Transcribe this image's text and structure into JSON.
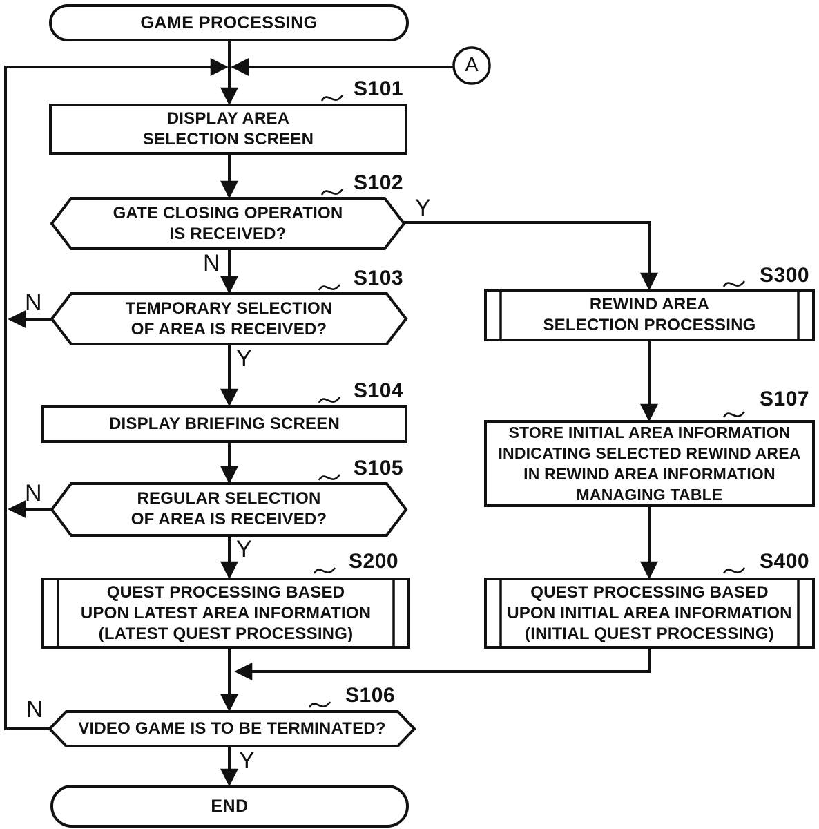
{
  "figure": {
    "start": {
      "label": "GAME PROCESSING"
    },
    "end": {
      "label": "END"
    },
    "connector": {
      "label": "A"
    },
    "yn": {
      "yes": "Y",
      "no": "N"
    },
    "steps": {
      "s101": {
        "id": "S101",
        "type": "process",
        "lines": [
          "DISPLAY AREA",
          "SELECTION SCREEN"
        ]
      },
      "s102": {
        "id": "S102",
        "type": "decision",
        "lines": [
          "GATE CLOSING OPERATION",
          "IS RECEIVED?"
        ]
      },
      "s103": {
        "id": "S103",
        "type": "decision",
        "lines": [
          "TEMPORARY SELECTION",
          "OF AREA IS RECEIVED?"
        ]
      },
      "s104": {
        "id": "S104",
        "type": "process",
        "lines": [
          "DISPLAY BRIEFING SCREEN"
        ]
      },
      "s105": {
        "id": "S105",
        "type": "decision",
        "lines": [
          "REGULAR SELECTION",
          "OF AREA IS RECEIVED?"
        ]
      },
      "s200": {
        "id": "S200",
        "type": "subroutine",
        "lines": [
          "QUEST PROCESSING BASED",
          "UPON LATEST AREA INFORMATION",
          "(LATEST QUEST PROCESSING)"
        ]
      },
      "s300": {
        "id": "S300",
        "type": "subroutine",
        "lines": [
          "REWIND AREA",
          "SELECTION PROCESSING"
        ]
      },
      "s107": {
        "id": "S107",
        "type": "process",
        "lines": [
          "STORE INITIAL AREA INFORMATION",
          "INDICATING SELECTED REWIND AREA",
          "IN REWIND AREA INFORMATION",
          "MANAGING TABLE"
        ]
      },
      "s400": {
        "id": "S400",
        "type": "subroutine",
        "lines": [
          "QUEST PROCESSING BASED",
          "UPON INITIAL AREA INFORMATION",
          "(INITIAL QUEST PROCESSING)"
        ]
      },
      "s106": {
        "id": "S106",
        "type": "decision",
        "lines": [
          "VIDEO GAME IS TO BE TERMINATED?"
        ]
      }
    },
    "colors": {
      "ink": "#111111",
      "background": "#ffffff"
    }
  }
}
